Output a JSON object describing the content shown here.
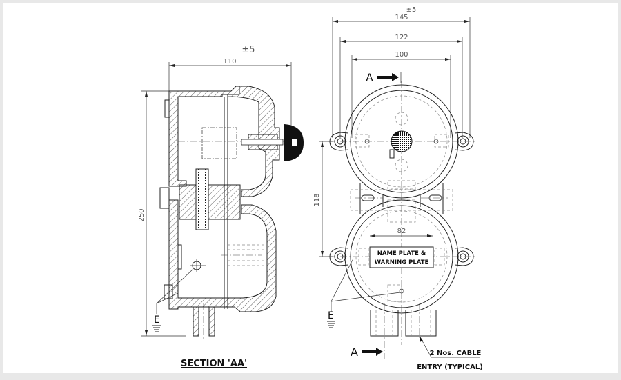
{
  "drawing": {
    "section_view": {
      "title": "SECTION 'AA'",
      "dim_width": "110",
      "dim_tolerance": "±5",
      "dim_height": "250",
      "earth_label": "E"
    },
    "front_view": {
      "dim_overall": "145",
      "dim_tolerance": "±5",
      "dim_mount": "122",
      "dim_inner": "100",
      "dim_vertical": "118",
      "dim_lower": "82",
      "section_marker_top": "A",
      "section_marker_bottom": "A",
      "nameplate_line1": "NAME PLATE &",
      "nameplate_line2": "WARNING PLATE",
      "cable_note_line1": "2 Nos. CABLE",
      "cable_note_line2": "ENTRY (TYPICAL)",
      "earth_label": "E"
    }
  }
}
